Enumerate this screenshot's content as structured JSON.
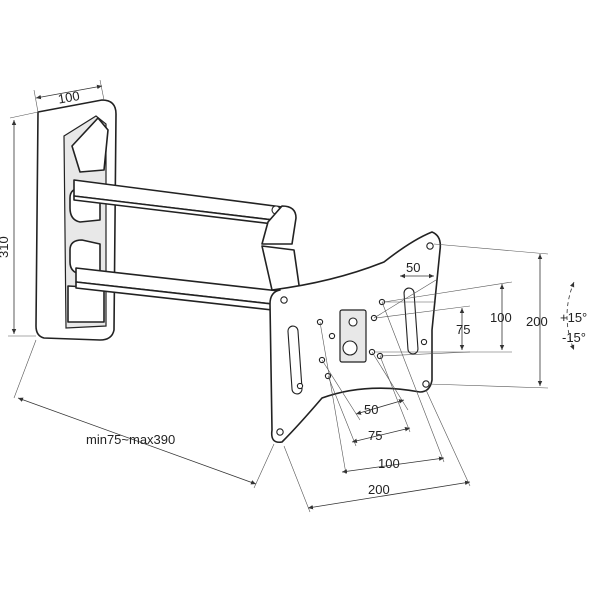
{
  "dimensions": {
    "wall_plate_width": "100",
    "wall_plate_height": "310",
    "extension": "min75~max390",
    "vesa_v_50": "50",
    "vesa_v_75": "75",
    "vesa_v_100": "100",
    "vesa_v_200": "200",
    "vesa_h_50": "50",
    "vesa_h_75": "75",
    "vesa_h_100": "100",
    "vesa_h_200": "200",
    "tilt_up": "+15°",
    "tilt_down": "-15°"
  },
  "colors": {
    "line": "#222222",
    "background": "#ffffff"
  }
}
